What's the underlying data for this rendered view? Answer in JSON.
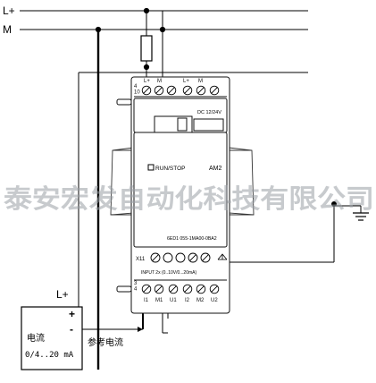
{
  "rails": {
    "l_plus": "L+",
    "m": "M"
  },
  "module": {
    "top_terminals": [
      "L+",
      "M",
      "L+",
      "M"
    ],
    "top_index": "4\n10",
    "supply": "DC 12/24V",
    "run_stop": "RUN/STOP",
    "model": "AM2",
    "part_number": "6ED1 055-1MA00-0BA2",
    "x11": "X11",
    "input_spec": "INPUT 2x (0..10V/0...20mA)",
    "bottom_index": "3\n4",
    "bottom_terminals": [
      "I1",
      "M1",
      "U1",
      "I2",
      "M2",
      "U2"
    ]
  },
  "sensor": {
    "supply_label": "L+",
    "plus": "+",
    "minus": "-",
    "line1": "电流",
    "line2": "0/4..20 mA",
    "reference": "参考电流"
  },
  "watermark": "泰安宏发自动化科技有限公司"
}
